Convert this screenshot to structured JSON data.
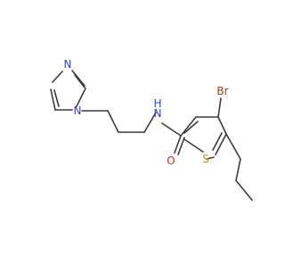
{
  "molecule": {
    "atoms": [
      {
        "key": "n_imid_top",
        "label": "N",
        "color": "#3b3bd8"
      },
      {
        "key": "n_imid_link",
        "label": "N",
        "color": "#3b3bd8"
      },
      {
        "key": "n_amide",
        "label": "N",
        "color": "#3b3bd8"
      },
      {
        "key": "h_amide",
        "label": "H",
        "color": "#3b3bd8"
      },
      {
        "key": "o_carbonyl",
        "label": "O",
        "color": "#e02020"
      },
      {
        "key": "s_thiophene",
        "label": "S",
        "color": "#b5a000"
      },
      {
        "key": "br",
        "label": "Br",
        "color": "#9a4020"
      }
    ]
  }
}
